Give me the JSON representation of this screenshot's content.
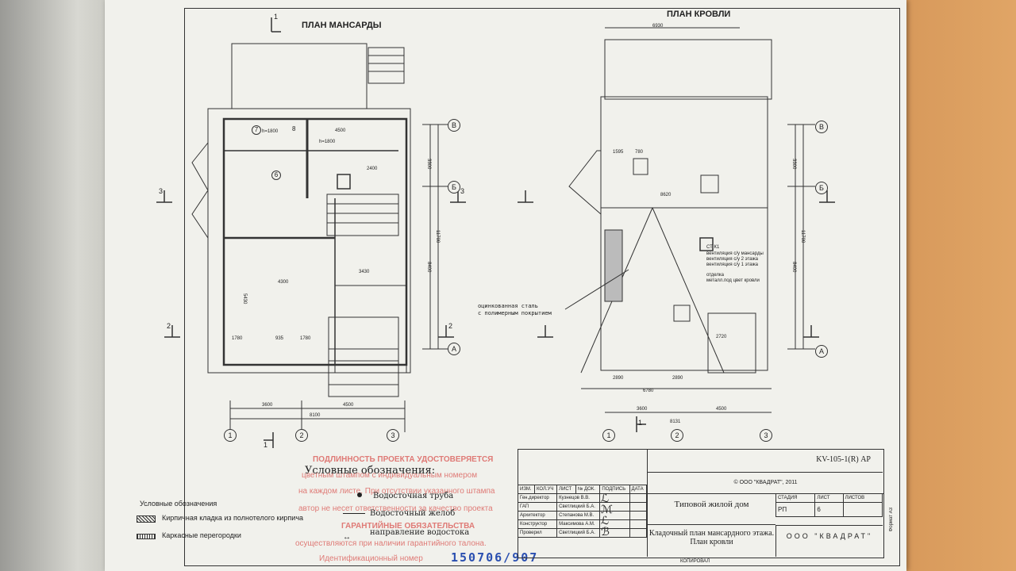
{
  "plans": {
    "attic_title": "ПЛАН МАНСАРДЫ",
    "roof_title": "ПЛАН КРОВЛИ"
  },
  "section_marks": {
    "one": "1",
    "two": "2",
    "three": "3"
  },
  "axes": {
    "a": "A",
    "b": "Б",
    "v": "В",
    "c1": "1",
    "c2": "2",
    "c3": "3"
  },
  "dimensions": {
    "d3600": "3600",
    "d4500": "4500",
    "d8100": "8100",
    "d8131": "8131",
    "d6930": "6930",
    "d6780": "6780",
    "d11700": "11700",
    "d8400": "8400",
    "d3300": "3300",
    "d1780": "1780",
    "d935": "935",
    "d2400": "2400",
    "d3430": "3430",
    "d2720": "2720",
    "d2890": "2890",
    "d8620": "8620",
    "d5430": "5430",
    "d4300": "4300",
    "d1595": "1595",
    "d780": "780"
  },
  "rooms": {
    "r7": "7",
    "r8": "8",
    "r6": "6",
    "h1800a": "h=1800",
    "h1800b": "h=1800"
  },
  "roof_notes": {
    "stk": "СТ К1",
    "vent1": "вентиляция с/у мансарды",
    "vent2": "вентиляция с/у 2 этажа",
    "vent3": "вентиляция с/у 1 этажа",
    "otdelka": "отделка",
    "otdelka2": "металл.под цвет кровли",
    "galv1": "оцинкованная сталь",
    "galv2": "с полимерным покрытием"
  },
  "legend_typed": {
    "title": "Условные обозначения",
    "item1": "Кирпичная кладка из полнотелого кирпича",
    "item2": "Каркасные перегородки"
  },
  "legend_hand": {
    "title": "Условные обозначения:",
    "item1": "Водосточная труба",
    "item2": "Водосточный желоб",
    "item3": "направление водостока"
  },
  "stamp": {
    "line1": "ПОДЛИННОСТЬ ПРОЕКТА УДОСТОВЕРЯЕТСЯ",
    "line2": "цветным штампом с индивидуальным номером",
    "line3": "на каждом листе. При отсутствии указанного штампа",
    "line4": "автор не несет ответственности за качество проекта",
    "line5": "ГАРАНТИЙНЫЕ ОБЯЗАТЕЛЬСТВА",
    "line6": "осуществляются при наличии гарантийного талона.",
    "line7": "Идентификационный номер",
    "number": "150706/907"
  },
  "title_block": {
    "code": "KV-105-1(R)  АР",
    "copyright": "© ООО \"КВАДРАТ\", 2011",
    "project_name": "Типовой жилой дом",
    "sheet_name": "Кладочный план мансардного этажа. План кровли",
    "company": "ООО \"КВАДРАТ\"",
    "col_stage": "СТАДИЯ",
    "col_sheet": "ЛИСТ",
    "col_sheets": "ЛИСТОВ",
    "stage": "РП",
    "sheet": "6",
    "sheets": "",
    "hdr_izm": "ИЗМ.",
    "hdr_kol": "КОЛ.УЧ",
    "hdr_list": "ЛИСТ",
    "hdr_ndok": "№ ДОК.",
    "hdr_podp": "ПОДПИСЬ",
    "hdr_data": "ДАТА",
    "roles": [
      "Ген.директор",
      "ГАП",
      "Архитектор",
      "Конструктор",
      "Проверил"
    ],
    "names": [
      "Кузнецов В.В.",
      "Светлицкий Б.А.",
      "Степанова М.В.",
      "Максимова А.М.",
      "Светлицкий Б.А."
    ],
    "copied": "КОПИРОВАЛ",
    "format": "Формат А3"
  }
}
